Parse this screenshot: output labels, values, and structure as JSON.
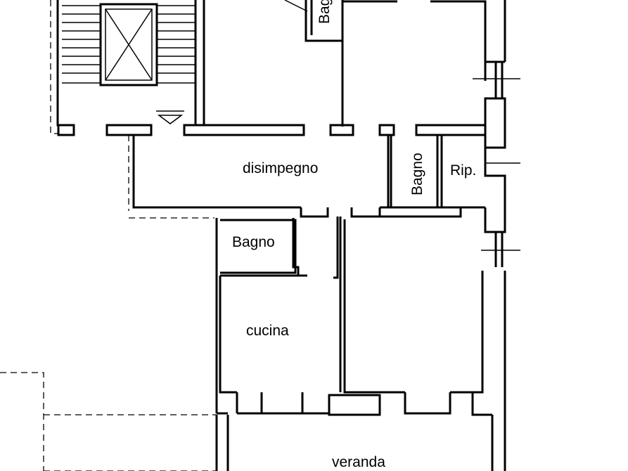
{
  "rooms": {
    "bagno_top": "Bagno",
    "disimpegno": "disimpegno",
    "bagno_mid": "Bagno",
    "ripostiglio": "Rip.",
    "bagno_left": "Bagno",
    "cucina": "cucina",
    "veranda": "veranda"
  },
  "icons": {
    "stairwell": "stair-treads-with-elevator-shaft",
    "entrance": "entry-arrow-triangle"
  }
}
